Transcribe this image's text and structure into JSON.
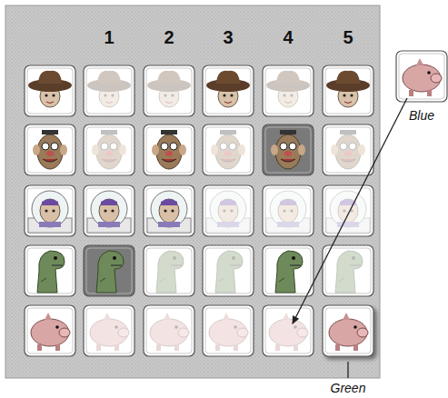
{
  "diagram": {
    "labels": [
      "1",
      "2",
      "3",
      "4",
      "5",
      "Blue",
      "Green"
    ]
  }
}
